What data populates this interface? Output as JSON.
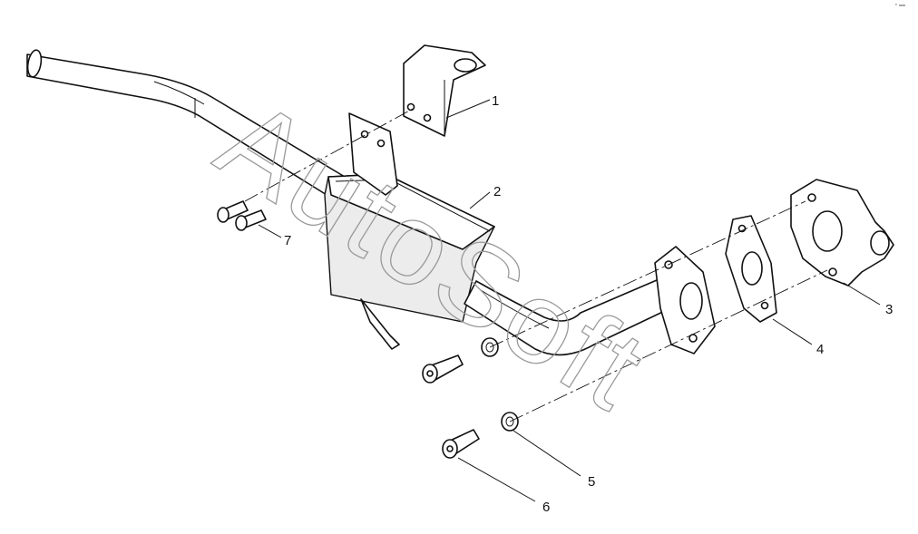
{
  "watermark": "AutoSoft",
  "callouts": [
    "1",
    "2",
    "3",
    "4",
    "5",
    "6",
    "7"
  ],
  "colors": {
    "line": "#111111",
    "watermark": "#9a9a9a",
    "background": "#ffffff"
  }
}
